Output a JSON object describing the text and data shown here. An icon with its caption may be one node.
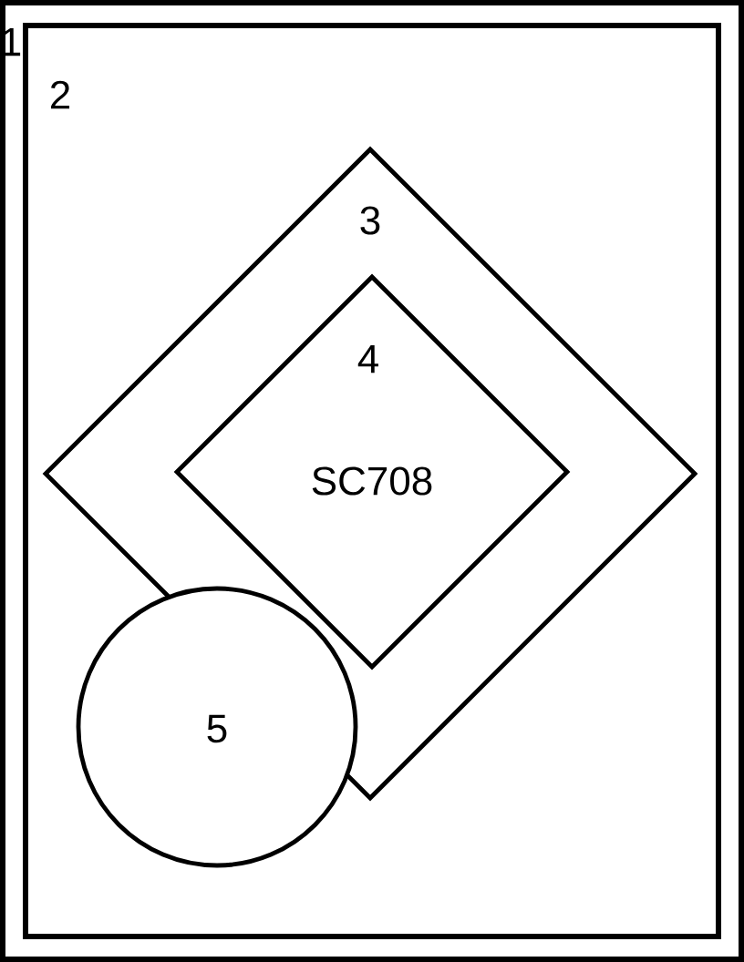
{
  "diagram": {
    "nodes": [
      {
        "text": [
          "1"
        ]
      },
      {
        "text": [
          "2"
        ],
        "in": 0
      },
      {
        "text": [
          "3"
        ],
        "in": 1
      },
      {
        "text": [
          "4",
          "SC708"
        ],
        "in": 2
      },
      {
        "text": [
          "5"
        ],
        "in": 1
      }
    ]
  }
}
